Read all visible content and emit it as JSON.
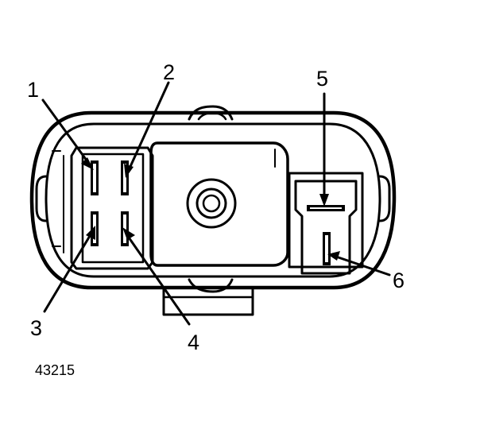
{
  "figure_id": "43215",
  "pin_callouts": [
    {
      "id": "1",
      "label": "1"
    },
    {
      "id": "2",
      "label": "2"
    },
    {
      "id": "3",
      "label": "3"
    },
    {
      "id": "4",
      "label": "4"
    },
    {
      "id": "5",
      "label": "5"
    },
    {
      "id": "6",
      "label": "6"
    }
  ],
  "colors": {
    "ink": "#000000",
    "paper": "#ffffff"
  }
}
